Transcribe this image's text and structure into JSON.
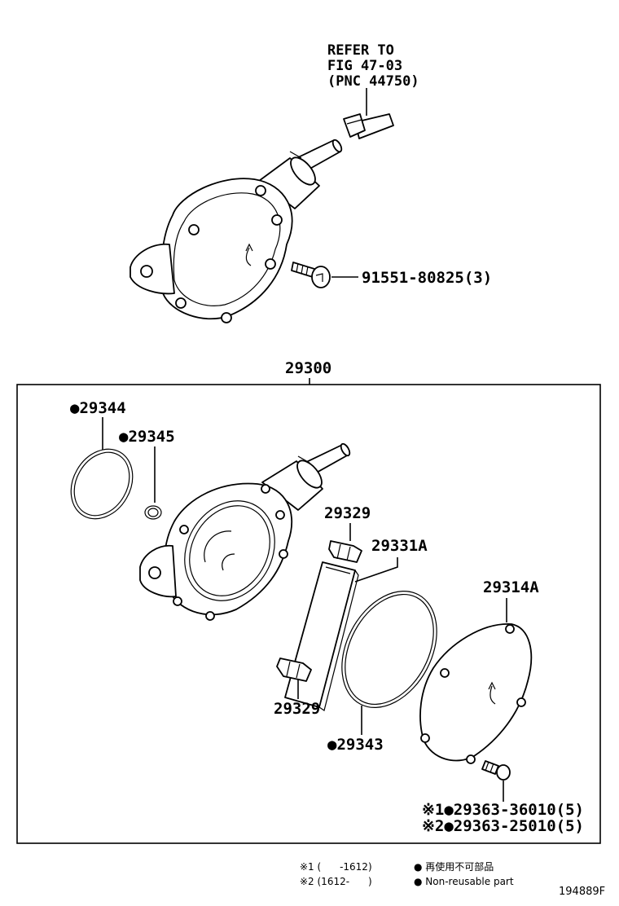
{
  "reference": {
    "line1": "REFER TO",
    "line2": "FIG 47-03",
    "line3": "(PNC 44750)"
  },
  "top_bolt_label": "91551-80825(3)",
  "assembly_label": "29300",
  "parts": {
    "p29344": "●29344",
    "p29345": "●29345",
    "p29329_top": "29329",
    "p29331a": "29331A",
    "p29314a": "29314A",
    "p29329_bottom": "29329",
    "p29343": "●29343",
    "p_bolt1": "※1●29363-36010(5)",
    "p_bolt2": "※2●29363-25010(5)"
  },
  "legend": {
    "note1": "※1 (      -1612)",
    "note2": "※2 (1612-      )",
    "jp_text": "● 再使用不可部品",
    "en_text": "● Non-reusable part"
  },
  "figure_id": "194889F"
}
